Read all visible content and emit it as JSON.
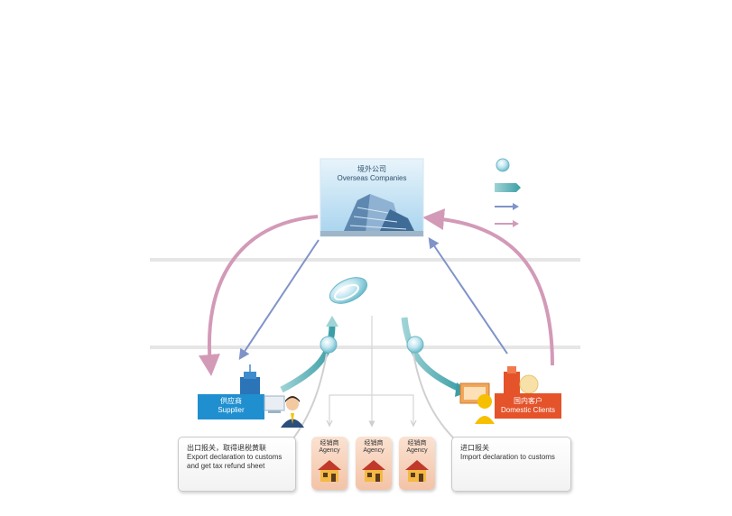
{
  "overseas": {
    "zh": "境外公司",
    "en": "Overseas Companies"
  },
  "supplier": {
    "zh": "供应商",
    "en": "Supplier"
  },
  "domestic": {
    "zh": "国内客户",
    "en": "Domestic Clients"
  },
  "export_note": {
    "zh": "出口报关，取得退税黄联",
    "en1": "Export declaration to customs",
    "en2": "and get tax refund sheet"
  },
  "import_note": {
    "zh": "进口报关",
    "en": "Import declaration to customs"
  },
  "agencies": [
    {
      "zh": "经销商",
      "en": "Agency"
    },
    {
      "zh": "经销商",
      "en": "Agency"
    },
    {
      "zh": "经销商",
      "en": "Agency"
    }
  ],
  "legend": {
    "items": [
      "circle-node",
      "teal-arrow",
      "blue-arrow",
      "pink-arrow"
    ]
  },
  "colors": {
    "pink": "#d39ab8",
    "blue": "#7f93c9",
    "teal": "#3a9ea6",
    "supplier_blue": "#1f8fd0",
    "client_orange": "#e4532a",
    "sky": "#bfe0f3",
    "separator": "#e6e6e6"
  }
}
